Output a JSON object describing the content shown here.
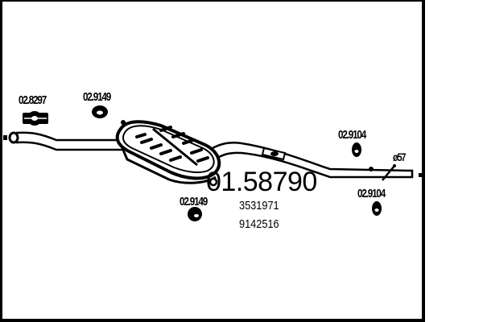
{
  "diagram": {
    "type": "exhaust-system-parts-diagram",
    "main_part_number": "01.58790",
    "oem_references": [
      "3531971",
      "9142516"
    ],
    "diameter_label": "ø57",
    "parts": [
      {
        "label": "02.8297",
        "kind": "clamp"
      },
      {
        "label": "02.9149",
        "kind": "rubber-mount-top"
      },
      {
        "label": "02.9149",
        "kind": "rubber-mount-bottom"
      },
      {
        "label": "02.9104",
        "kind": "rubber-mount-right-top"
      },
      {
        "label": "02.9104",
        "kind": "rubber-mount-right-bottom"
      }
    ],
    "colors": {
      "line": "#000000",
      "background": "#ffffff"
    }
  }
}
